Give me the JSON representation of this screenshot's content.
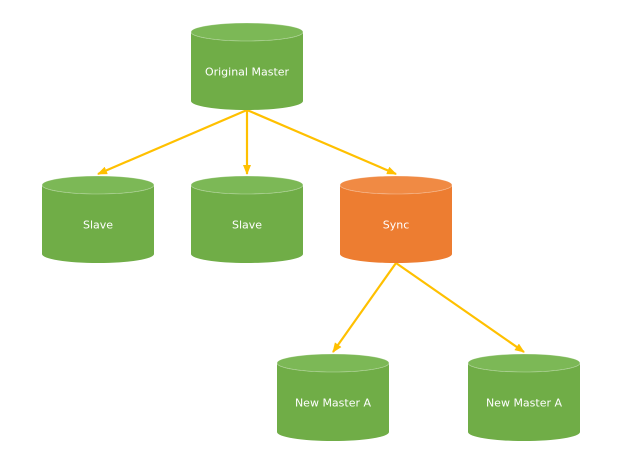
{
  "colors": {
    "green": "#70AD47",
    "green_top": "#7CB856",
    "orange": "#ED7D31",
    "orange_top": "#F08A44",
    "arrow": "#FFC000"
  },
  "nodes": [
    {
      "id": "original-master",
      "label": "Original  Master",
      "color": "green"
    },
    {
      "id": "slave-1",
      "label": "Slave",
      "color": "green"
    },
    {
      "id": "slave-2",
      "label": "Slave",
      "color": "green"
    },
    {
      "id": "sync",
      "label": "Sync",
      "color": "orange"
    },
    {
      "id": "new-master-a-1",
      "label": "New Master A",
      "color": "green"
    },
    {
      "id": "new-master-a-2",
      "label": "New Master A",
      "color": "green"
    }
  ],
  "edges": [
    {
      "from": "original-master",
      "to": "slave-1"
    },
    {
      "from": "original-master",
      "to": "slave-2"
    },
    {
      "from": "original-master",
      "to": "sync"
    },
    {
      "from": "sync",
      "to": "new-master-a-1"
    },
    {
      "from": "sync",
      "to": "new-master-a-2"
    }
  ]
}
